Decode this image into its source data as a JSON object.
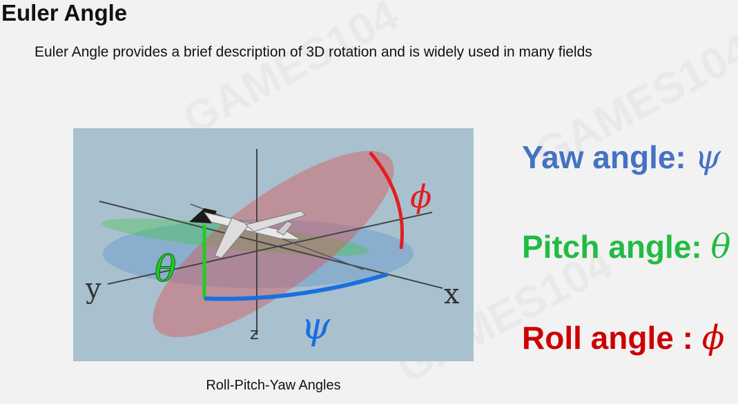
{
  "slide": {
    "title": "Euler Angle",
    "subtitle": "Euler Angle provides a brief description of 3D rotation and is widely used in many fields",
    "caption": "Roll-Pitch-Yaw Angles"
  },
  "watermark": {
    "text": "GAMES104"
  },
  "figure": {
    "background_color": "#a9c0cf",
    "axis_labels": {
      "x": "x",
      "y": "y",
      "z": "z"
    },
    "arc_labels": {
      "theta": "θ",
      "psi": "ψ",
      "phi": "ϕ"
    },
    "colors": {
      "theta": "#22cc22",
      "psi": "#1a6fe0",
      "phi": "#e02020"
    }
  },
  "angles": {
    "yaw": {
      "label": "Yaw angle: ",
      "symbol": "ψ",
      "color": "#4472c4"
    },
    "pitch": {
      "label": "Pitch angle: ",
      "symbol": "θ",
      "color": "#22bb44"
    },
    "roll": {
      "label": "Roll angle : ",
      "symbol": "ϕ",
      "color": "#cc0000"
    }
  }
}
